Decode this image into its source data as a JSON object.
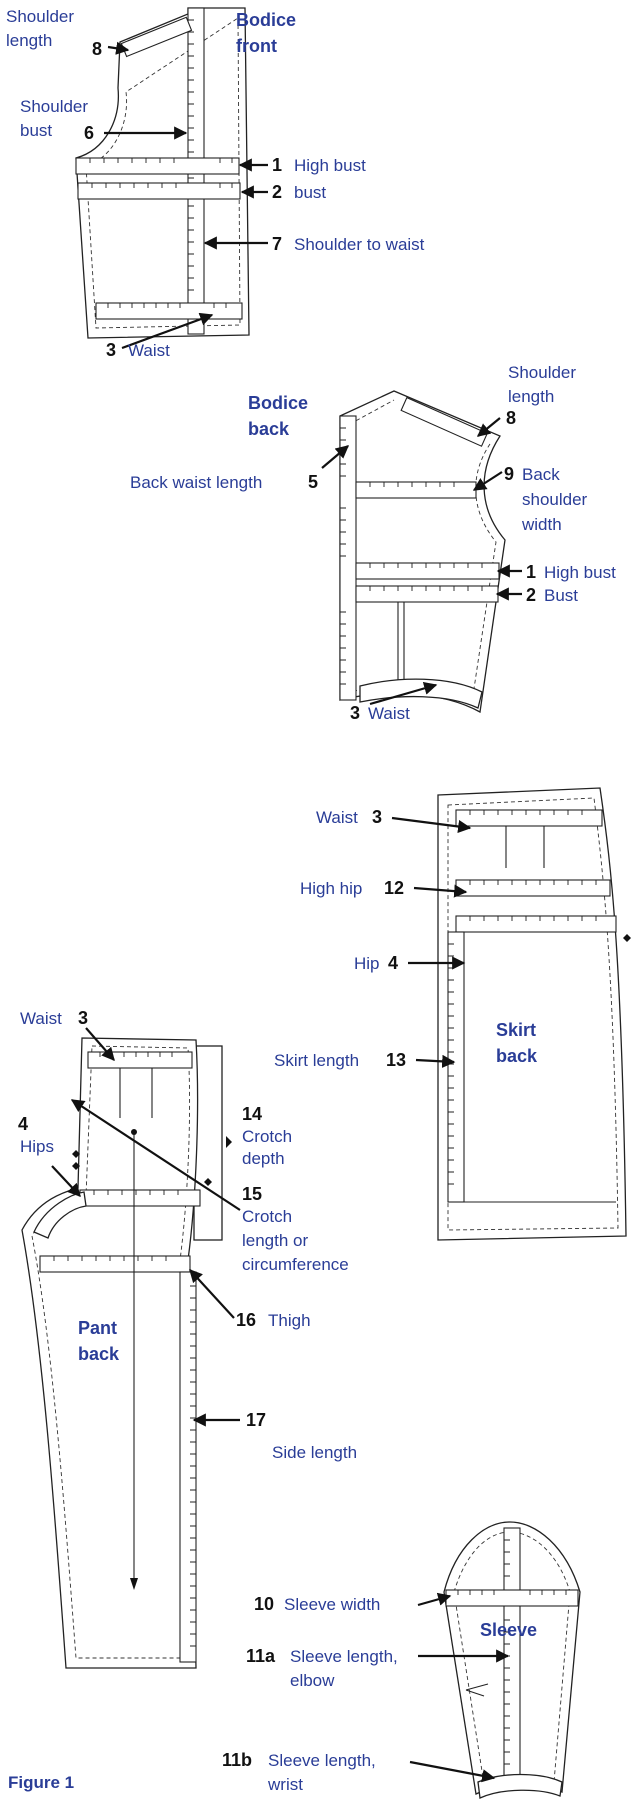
{
  "figure_label": "Figure 1",
  "pieces": {
    "bodice_front": {
      "title": [
        "Bodice",
        "front"
      ],
      "labels": {
        "shoulder_length": [
          "Shoulder",
          "length"
        ],
        "shoulder_bust": [
          "Shoulder",
          "bust"
        ],
        "high_bust": "High bust",
        "bust": "bust",
        "shoulder_to_waist": "Shoulder to waist",
        "waist": "Waist"
      },
      "numbers": {
        "shoulder_length": "8",
        "shoulder_bust": "6",
        "high_bust": "1",
        "bust": "2",
        "shoulder_to_waist": "7",
        "waist": "3"
      }
    },
    "bodice_back": {
      "title": [
        "Bodice",
        "back"
      ],
      "labels": {
        "shoulder_length": [
          "Shoulder",
          "length"
        ],
        "back_waist_length": "Back waist length",
        "back_shoulder_width": [
          "Back",
          "shoulder",
          "width"
        ],
        "high_bust": "High bust",
        "bust": "Bust",
        "waist": "Waist"
      },
      "numbers": {
        "shoulder_length": "8",
        "back_waist_length": "5",
        "back_shoulder_width": "9",
        "high_bust": "1",
        "bust": "2",
        "waist": "3"
      }
    },
    "skirt_back": {
      "title": [
        "Skirt",
        "back"
      ],
      "labels": {
        "waist": "Waist",
        "high_hip": "High hip",
        "hip": "Hip",
        "skirt_length": "Skirt length"
      },
      "numbers": {
        "waist": "3",
        "high_hip": "12",
        "hip": "4",
        "skirt_length": "13"
      }
    },
    "pant_back": {
      "title": [
        "Pant",
        "back"
      ],
      "labels": {
        "waist": "Waist",
        "hips": "Hips",
        "crotch_depth": [
          "Crotch",
          "depth"
        ],
        "crotch_length": [
          "Crotch",
          "length or",
          "circumference"
        ],
        "thigh": "Thigh",
        "side_length": "Side length"
      },
      "numbers": {
        "waist": "3",
        "hips": "4",
        "crotch_depth": "14",
        "crotch_length": "15",
        "thigh": "16",
        "side_length": "17"
      }
    },
    "sleeve": {
      "title": "Sleeve",
      "labels": {
        "sleeve_width": "Sleeve width",
        "sleeve_length_elbow": [
          "Sleeve length,",
          "elbow"
        ],
        "sleeve_length_wrist": [
          "Sleeve length,",
          "wrist"
        ]
      },
      "numbers": {
        "sleeve_width": "10",
        "sleeve_length_elbow": "11a",
        "sleeve_length_wrist": "11b"
      }
    }
  }
}
